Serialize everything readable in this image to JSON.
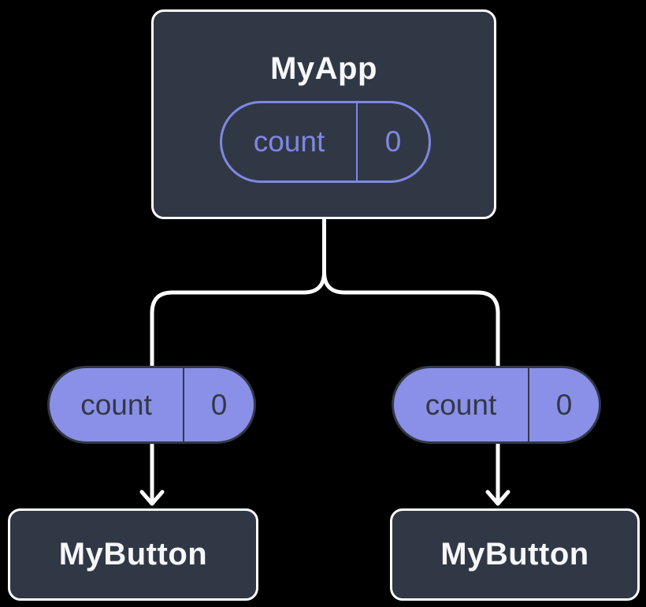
{
  "colors": {
    "background": "#000000",
    "node_fill": "#313845",
    "node_border": "#ffffff",
    "node_text": "#f6f7f9",
    "pill_fill": "#8a90e8",
    "pill_outline": "#7e88e3",
    "pill_dark": "#313845",
    "connector": "#ffffff"
  },
  "root": {
    "title": "MyApp",
    "state": {
      "label": "count",
      "value": "0"
    }
  },
  "children": [
    {
      "title": "MyButton",
      "prop": {
        "label": "count",
        "value": "0"
      }
    },
    {
      "title": "MyButton",
      "prop": {
        "label": "count",
        "value": "0"
      }
    }
  ]
}
